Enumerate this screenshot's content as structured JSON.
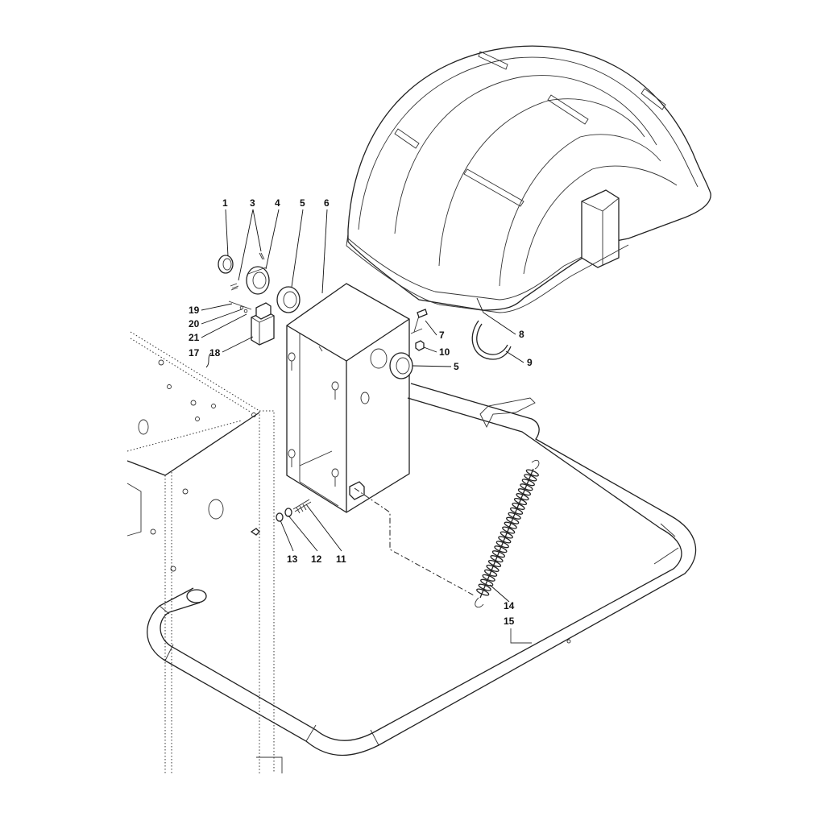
{
  "callouts": [
    {
      "id": "c1",
      "label": "1"
    },
    {
      "id": "c3",
      "label": "3"
    },
    {
      "id": "c4",
      "label": "4"
    },
    {
      "id": "c5a",
      "label": "5"
    },
    {
      "id": "c6",
      "label": "6"
    },
    {
      "id": "c19",
      "label": "19"
    },
    {
      "id": "c20",
      "label": "20"
    },
    {
      "id": "c21",
      "label": "21"
    },
    {
      "id": "c17",
      "label": "17"
    },
    {
      "id": "c18",
      "label": "18"
    },
    {
      "id": "c7",
      "label": "7"
    },
    {
      "id": "c10",
      "label": "10"
    },
    {
      "id": "c5b",
      "label": "5"
    },
    {
      "id": "c8",
      "label": "8"
    },
    {
      "id": "c9",
      "label": "9"
    },
    {
      "id": "c13",
      "label": "13"
    },
    {
      "id": "c12",
      "label": "12"
    },
    {
      "id": "c11",
      "label": "11"
    },
    {
      "id": "c14",
      "label": "14"
    },
    {
      "id": "c15",
      "label": "15"
    }
  ]
}
